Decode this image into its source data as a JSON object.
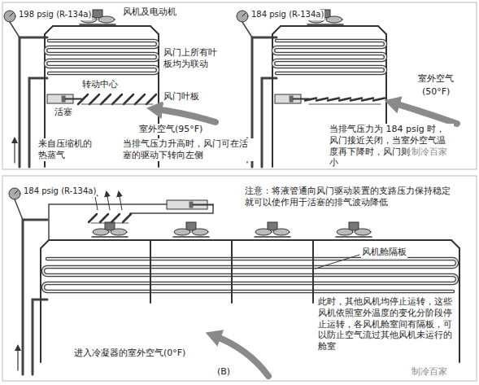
{
  "diagram": {
    "labels": [
      "198 psig (R-134a)",
      "风机及电动机",
      "风门上所有叶板均为联动",
      "转动中心",
      "风门叶板",
      "活塞",
      "室外空气(95°F)",
      "来自压缩机的热蒸气",
      "当排气压力升高时，风门可在活塞的驱动下转向左侧",
      "184 psig (R-134a)",
      "室外空气",
      "(50°F)",
      "当排气压力为 184 psig 时，风门接近关闭，当室外空气温度再下降时，风门则进一步关小",
      "制冷百家",
      "184 psig (R-134a)",
      "注意：将液管通向风门驱动装置的支路压力保持稳定就可以使作用于活塞的排气波动降低",
      "风机舱隔板",
      "此时，其他风机均停止运转，这些风机依照室外温度的变化分阶段停止运转，各风机舱室间有隔板，可以防止空气流过其他风机未运行的舱室",
      "进入冷凝器的室外空气(0°F)",
      "(B)",
      "制冷百家"
    ]
  }
}
